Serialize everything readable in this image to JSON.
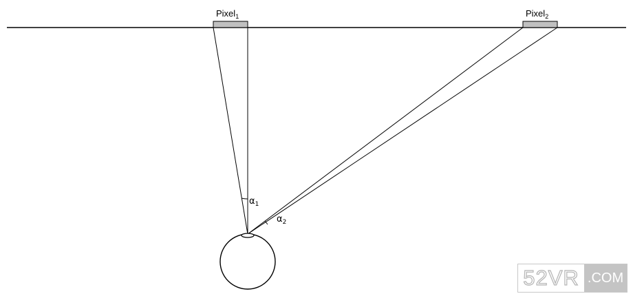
{
  "labels": {
    "pixel1": {
      "base": "Pixel",
      "sub": "1"
    },
    "pixel2": {
      "base": "Pixel",
      "sub": "2"
    },
    "alpha1": {
      "base": "α",
      "sub": "1"
    },
    "alpha2": {
      "base": "α",
      "sub": "2"
    }
  },
  "watermark": {
    "main": "52VR",
    "tail": ".COM"
  },
  "colors": {
    "pixel_fill": "#c0c0c0",
    "line": "#000000",
    "watermark": "#b4b4b4"
  }
}
